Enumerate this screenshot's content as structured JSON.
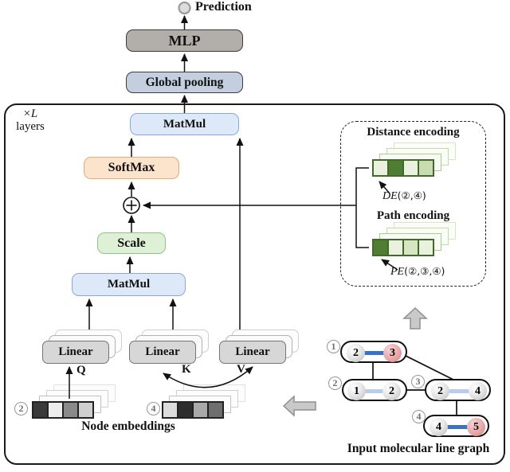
{
  "top": {
    "prediction": "Prediction",
    "mlp": "MLP",
    "global_pooling": "Global pooling"
  },
  "layer_block": {
    "repeat": "×L",
    "layers": "layers",
    "matmul_top": "MatMul",
    "softmax": "SoftMax",
    "scale": "Scale",
    "matmul_bottom": "MatMul",
    "linear_q": "Linear",
    "linear_k": "Linear",
    "linear_v": "Linear",
    "q": "Q",
    "k": "K",
    "v": "V"
  },
  "embeddings": {
    "caption": "Node embeddings",
    "stacks": [
      {
        "id": "2",
        "cells": [
          "#3a3a3a",
          "#ededed",
          "#8a8a8a",
          "#cfcfcf"
        ]
      },
      {
        "id": "4",
        "cells": [
          "#dcdcdc",
          "#2d2d2d",
          "#a9a9a9",
          "#6e6e6e"
        ]
      }
    ]
  },
  "encodings": {
    "distance_title": "Distance encoding",
    "path_title": "Path encoding",
    "de": {
      "prefix": "DE",
      "args": "(②,④)",
      "cells": [
        "#eaf2df",
        "#4f7d33",
        "#eaf2df",
        "#c9dcb1"
      ]
    },
    "pe": {
      "prefix": "PE",
      "args": "(②,③,④)",
      "cells": [
        "#4f7d33",
        "#eaf2df",
        "#d5e6c0",
        "#eaf2df"
      ]
    }
  },
  "graph": {
    "caption": "Input molecular line graph",
    "pills": [
      {
        "id": "1",
        "bond": "dark",
        "balls": [
          {
            "label": "2",
            "variant": "silver"
          },
          {
            "label": "3",
            "variant": "pink"
          }
        ]
      },
      {
        "id": "2",
        "bond": "light",
        "balls": [
          {
            "label": "1",
            "variant": "silver"
          },
          {
            "label": "2",
            "variant": "silver"
          }
        ]
      },
      {
        "id": "3",
        "bond": "light",
        "balls": [
          {
            "label": "2",
            "variant": "silver"
          },
          {
            "label": "4",
            "variant": "silver"
          }
        ]
      },
      {
        "id": "4",
        "bond": "dark",
        "balls": [
          {
            "label": "4",
            "variant": "silver"
          },
          {
            "label": "5",
            "variant": "pink"
          }
        ]
      }
    ]
  },
  "colors": {
    "matmul_fill": "#dde8f8",
    "matmul_border": "#8aa7d9",
    "softmax_fill": "#fce3cc",
    "softmax_border": "#eaa876",
    "scale_fill": "#def0d6",
    "scale_border": "#90c487",
    "mlp_fill": "#b2afab",
    "pool_fill": "#c3cedf",
    "linear_fill": "#d7d7d7",
    "encoding_green": "#4f7d33",
    "bond_dark": "#3a72c4",
    "bond_light": "#b7cde9",
    "pink_atom": "#e8a8a8"
  }
}
